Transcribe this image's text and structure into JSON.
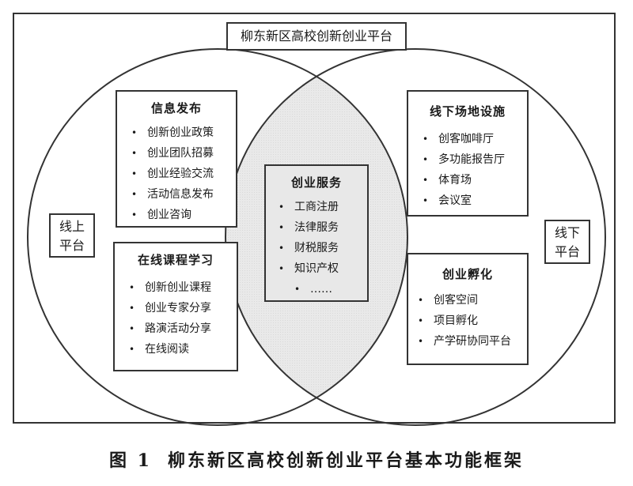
{
  "platform_title": "柳东新区高校创新创业平台",
  "online_label": [
    "线上",
    "平台"
  ],
  "offline_label": [
    "线下",
    "平台"
  ],
  "boxes": {
    "info": {
      "title": "信息发布",
      "items": [
        "创新创业政策",
        "创业团队招募",
        "创业经验交流",
        "活动信息发布",
        "创业咨询"
      ]
    },
    "course": {
      "title": "在线课程学习",
      "items": [
        "创新创业课程",
        "创业专家分享",
        "路演活动分享",
        "在线阅读"
      ]
    },
    "service": {
      "title": "创业服务",
      "items": [
        "工商注册",
        "法律服务",
        "财税服务",
        "知识产权",
        "……"
      ]
    },
    "venue": {
      "title": "线下场地设施",
      "items": [
        "创客咖啡厅",
        "多功能报告厅",
        "体育场",
        "会议室"
      ]
    },
    "incubation": {
      "title": "创业孵化",
      "items": [
        "创客空间",
        "项目孵化",
        "产学研协同平台"
      ]
    }
  },
  "caption": {
    "number": "图 1",
    "text": "柳东新区高校创新创业平台基本功能框架"
  }
}
